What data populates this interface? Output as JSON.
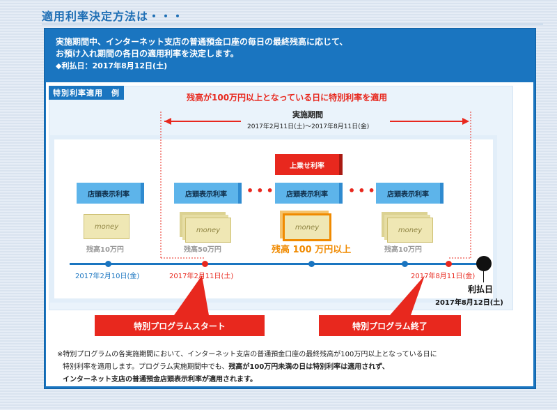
{
  "page_title": "適用利率決定方法は・・・",
  "intro": {
    "line1": "実施期間中、インターネット支店の普通預金口座の毎日の最終残高に応じて、",
    "line2": "お預け入れ期間の各日の適用利率を決定します。",
    "payday": "◆利払日：2017年8月12日(土)"
  },
  "example_tag": "特別利率適用　例",
  "headline": "残高が100万円以上となっている日に特別利率を適用",
  "period": {
    "label": "実施期間",
    "dates": "2017年2月11日(土)〜2017年8月11日(金)"
  },
  "rate_label": "店頭表示利率",
  "jo_label": "上乗せ利率",
  "money_label": "money",
  "balances": [
    "残高10万円",
    "残高50万円",
    "残高 100 万円以上",
    "残高10万円"
  ],
  "dates": [
    "2017年2月10日(金)",
    "2017年2月11日(土)",
    "2017年8月11日(金)"
  ],
  "payday_label": "利払日",
  "payday_date": "2017年8月12日(土)",
  "program_start": "特別プログラムスタート",
  "program_end": "特別プログラム終了",
  "note": {
    "line1": "※特別プログラムの各実施期間において、インターネット支店の普通預金口座の最終残高が100万円以上となっている日に",
    "line2a": "特別利率を適用します。プログラム実施期間中でも、",
    "line2b": "残高が100万円未満の日は特別利率は適用されず、",
    "line3": "インターネット支店の普通預金店頭表示利率が適用されます。"
  },
  "colors": {
    "accent_blue": "#1a75c0",
    "red": "#e8281e",
    "orange": "#f08a00"
  }
}
